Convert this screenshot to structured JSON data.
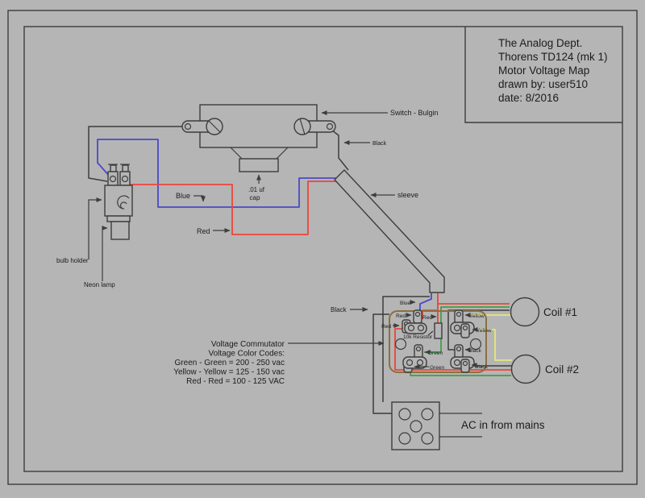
{
  "title_block": {
    "lines": [
      "The Analog Dept.",
      "Thorens TD124 (mk 1)",
      "Motor Voltage Map",
      "drawn by: user510",
      "date: 8/2016"
    ]
  },
  "labels": {
    "switch": "Switch - Bulgin",
    "switch_wire": "Black",
    "cap_value": ".01 uf",
    "cap_word": "cap",
    "wire_blue": "Blue",
    "wire_red": "Red",
    "bulb_holder": "bulb holder",
    "neon_lamp": "Neon lamp",
    "sleeve": "sleeve",
    "mains_wire": "Black",
    "coil1": "Coil #1",
    "coil2": "Coil #2",
    "ac_in": "AC in from mains"
  },
  "commutator": {
    "blue": "Blue",
    "red_top": "Red",
    "red_left": "Red",
    "red_wire": "Red",
    "resistor": "10k Resistor",
    "green_mid": "Green",
    "green_bottom": "Green",
    "yellow_top": "Yellow",
    "yellow_mid": "Yellow",
    "black_mid": "Black",
    "black_bottom": "Black"
  },
  "notes": {
    "line1": "Voltage Commutator",
    "line2": "Voltage Color Codes:",
    "line3": "Green - Green = 200 - 250 vac",
    "line4": "Yellow - Yellow = 125 - 150 vac",
    "line5": "Red - Red = 100 - 125 VAC"
  },
  "colors": {
    "blue": "#4a4ac8",
    "red": "#ee4438",
    "green": "#3da04a",
    "yellow": "#e6e67e",
    "black": "#3d3d3d",
    "board": "#8a7040"
  }
}
